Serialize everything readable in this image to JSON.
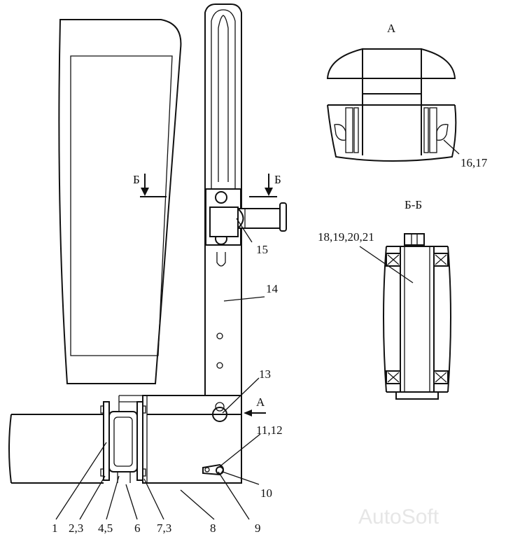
{
  "views": {
    "view_a_title": "А",
    "section_title": "Б-Б",
    "cut_mark_left": "Б",
    "cut_mark_right": "Б",
    "direction_mark": "А"
  },
  "callouts": {
    "c1": "1",
    "c2_3": "2,3",
    "c4_5": "4,5",
    "c6": "6",
    "c7_3": "7,3",
    "c8": "8",
    "c9": "9",
    "c10": "10",
    "c11_12": "11,12",
    "c13": "13",
    "c14": "14",
    "c15": "15",
    "c16_17": "16,17",
    "c18_21": "18,19,20,21"
  },
  "watermark": "AutoSoft"
}
